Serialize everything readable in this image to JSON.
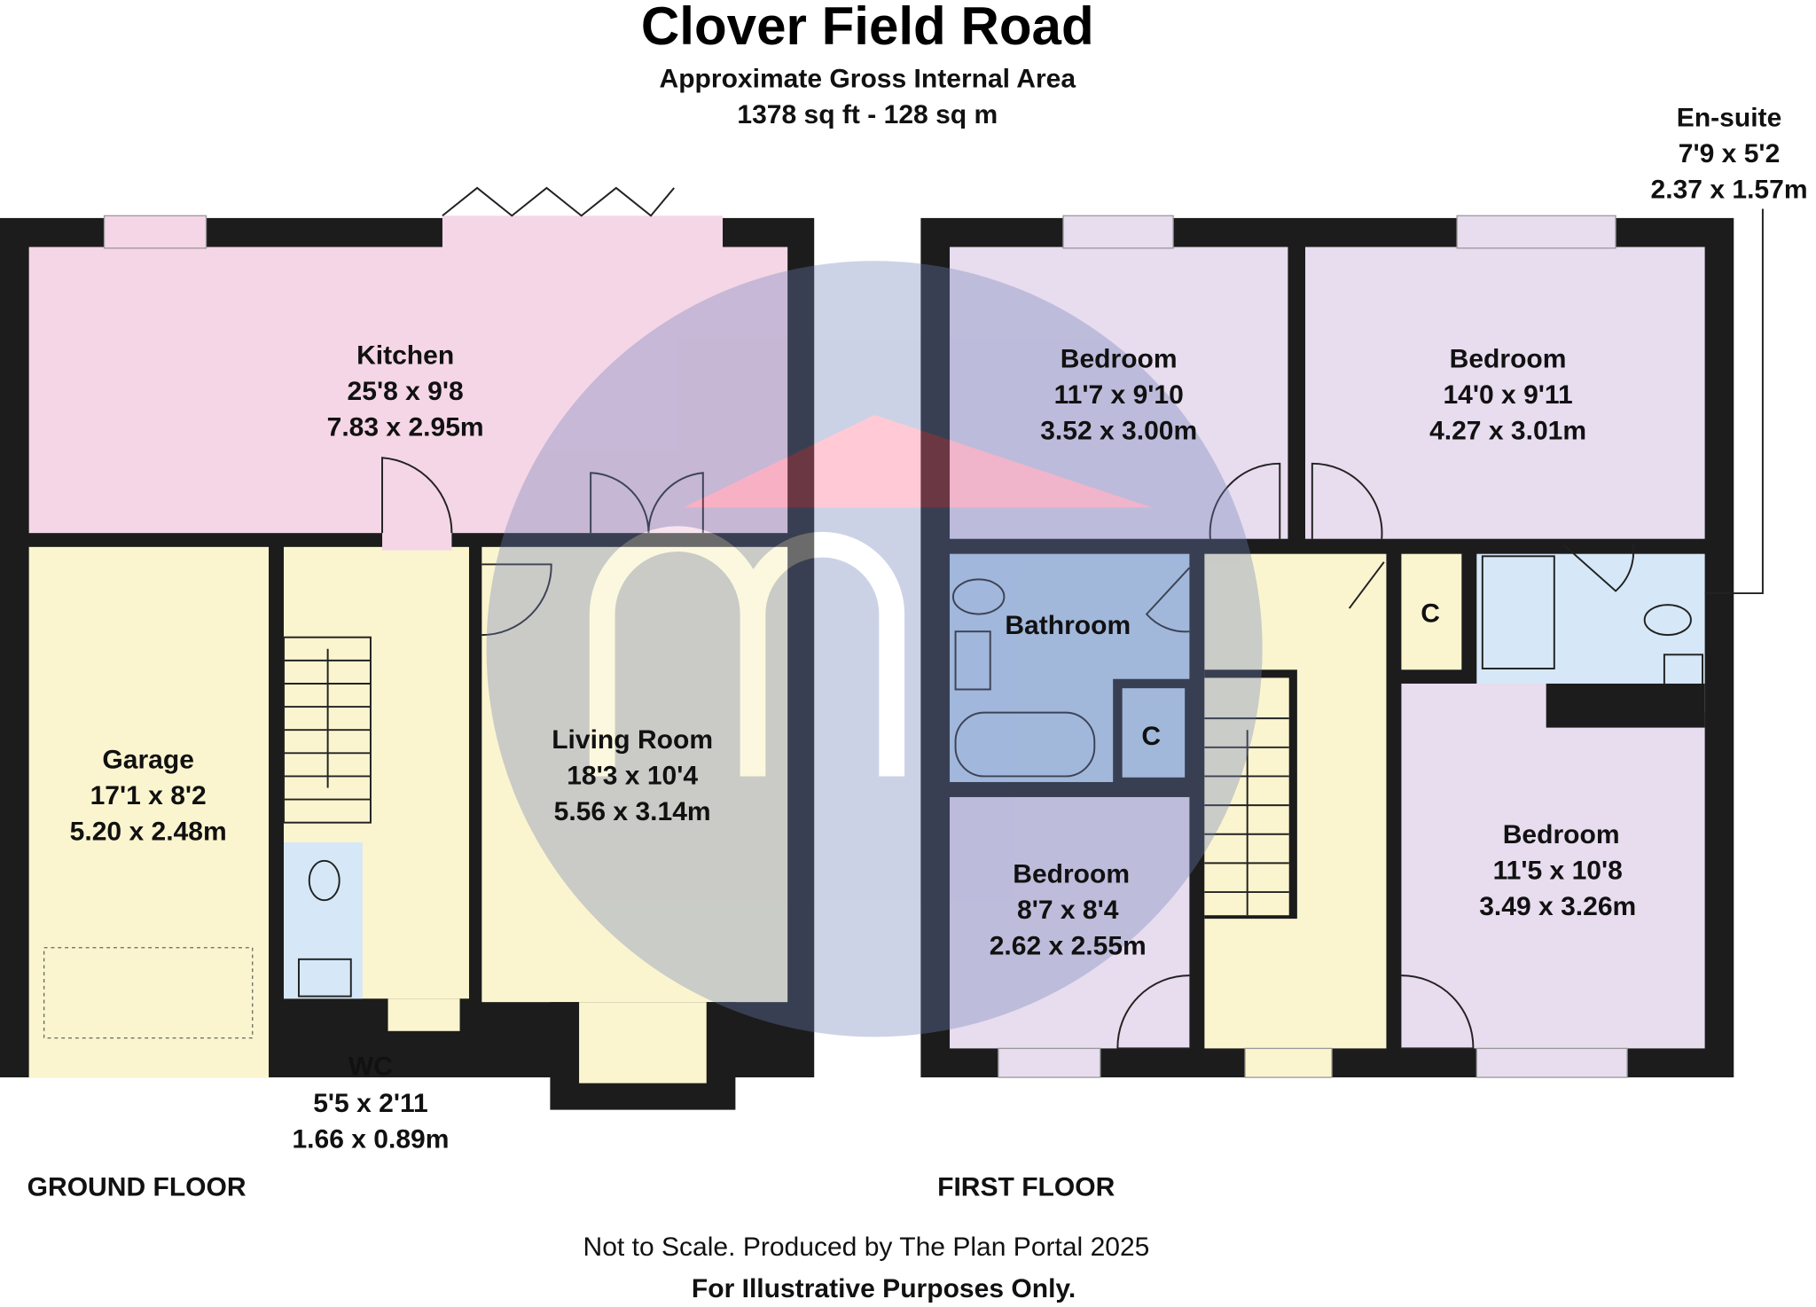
{
  "header": {
    "title": "Clover Field Road",
    "subtitle": "Approximate Gross Internal Area",
    "area": "1378 sq ft - 128 sq m"
  },
  "ground_floor": {
    "label": "GROUND FLOOR",
    "rooms": [
      {
        "name": "Kitchen",
        "imperial": "25'8 x 9'8",
        "metric": "7.83 x 2.95m"
      },
      {
        "name": "Garage",
        "imperial": "17'1 x 8'2",
        "metric": "5.20 x 2.48m"
      },
      {
        "name": "Living Room",
        "imperial": "18'3 x 10'4",
        "metric": "5.56 x 3.14m"
      },
      {
        "name": "WC",
        "imperial": "5'5 x 2'11",
        "metric": "1.66 x 0.89m"
      }
    ]
  },
  "first_floor": {
    "label": "FIRST FLOOR",
    "rooms": [
      {
        "name": "Bedroom",
        "imperial": "11'7 x 9'10",
        "metric": "3.52 x 3.00m"
      },
      {
        "name": "Bedroom",
        "imperial": "14'0 x 9'11",
        "metric": "4.27 x 3.01m"
      },
      {
        "name": "Bathroom"
      },
      {
        "name": "Bedroom",
        "imperial": "8'7 x 8'4",
        "metric": "2.62 x 2.55m"
      },
      {
        "name": "Bedroom",
        "imperial": "11'5 x 10'8",
        "metric": "3.49 x 3.26m"
      },
      {
        "name": "En-suite",
        "imperial": "7'9 x 5'2",
        "metric": "2.37 x 1.57m"
      }
    ],
    "cupboards": [
      "C",
      "C"
    ]
  },
  "footer": {
    "note": "Not to Scale. Produced by The Plan Portal 2025",
    "disclaimer": "For Illustrative Purposes Only."
  },
  "colors": {
    "kitchen": "#f5d6e6",
    "yellow": "#fbf5cf",
    "lavender": "#e8dcef",
    "blue": "#bcd6ee",
    "wall": "#1c1c1c"
  }
}
